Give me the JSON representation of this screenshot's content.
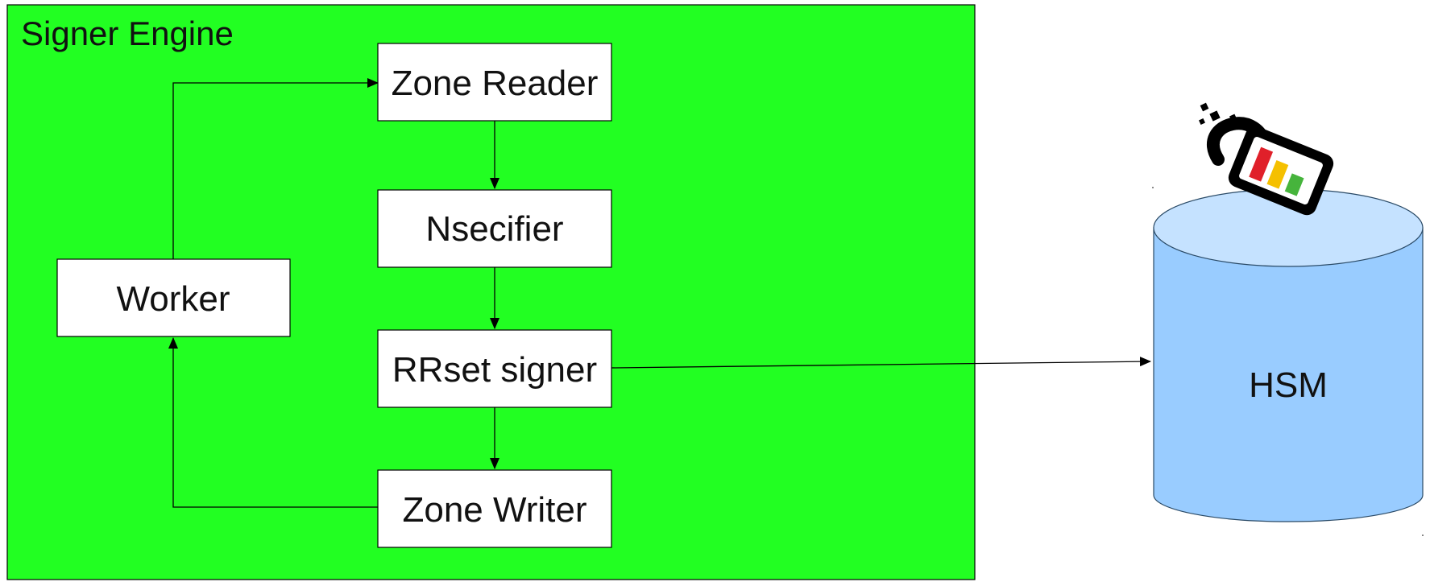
{
  "diagram": {
    "container_label": "Signer Engine",
    "boxes": {
      "zone_reader": "Zone Reader",
      "nsecifier": "Nsecifier",
      "rrset_signer": "RRset signer",
      "zone_writer": "Zone Writer",
      "worker": "Worker"
    },
    "hsm_label": "HSM",
    "logo_icon": "opendnssec-lock-icon"
  },
  "colors": {
    "engine_fill": "#22ff22",
    "box_fill": "#ffffff",
    "stroke": "#000000",
    "hsm_body": "#99ccff",
    "hsm_top": "#c5e2ff",
    "hsm_stroke": "#2a4a66",
    "logo_red": "#e0202a",
    "logo_yellow": "#f5c000",
    "logo_green": "#46b43c"
  }
}
